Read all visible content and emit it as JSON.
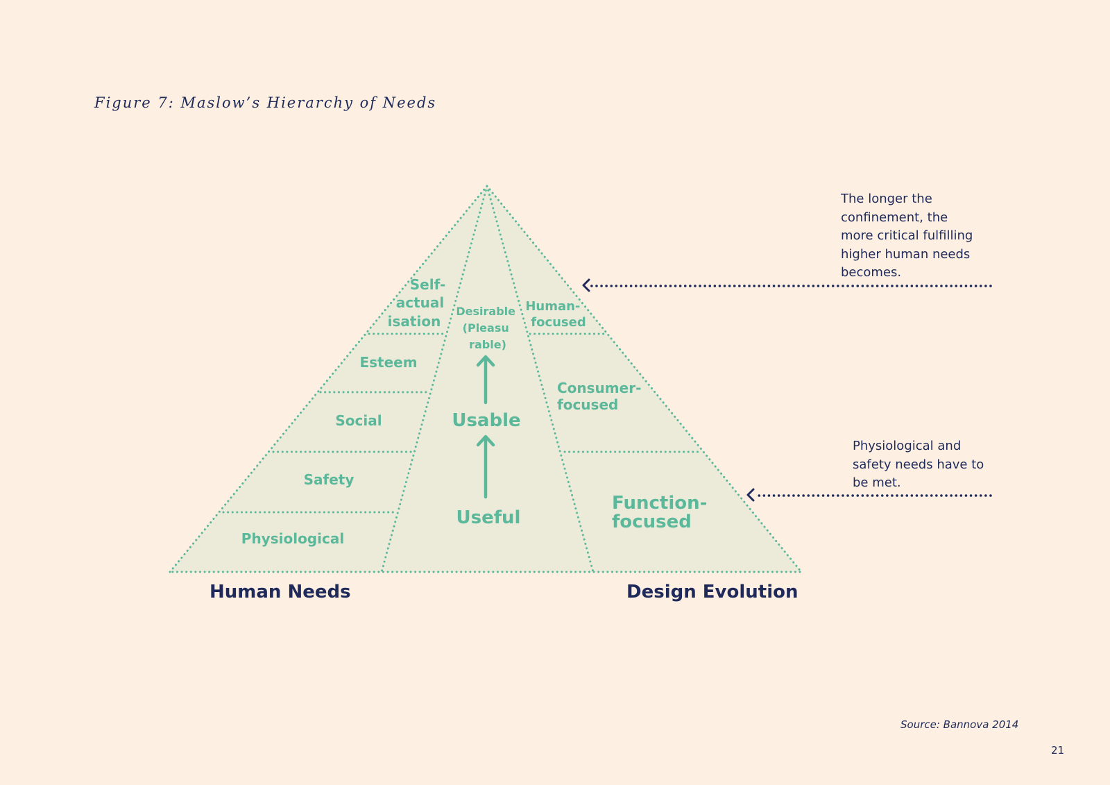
{
  "figure_caption": "Figure 7: Maslow’s Hierarchy of Needs",
  "human_needs": {
    "axis_label": "Human Needs",
    "levels": {
      "self_actualisation": [
        "Self-",
        "actual",
        "isation"
      ],
      "esteem": "Esteem",
      "social": "Social",
      "safety": "Safety",
      "physiological": "Physiological"
    }
  },
  "center": {
    "desirable": [
      "Desirable",
      "(Pleasu",
      "rable)"
    ],
    "usable": "Usable",
    "useful": "Useful"
  },
  "design_evolution": {
    "axis_label": "Design Evolution",
    "levels": {
      "human_focused": [
        "Human-",
        "focused"
      ],
      "consumer_focused": [
        "Consumer-",
        "focused"
      ],
      "function_focused": [
        "Function-",
        "focused"
      ]
    }
  },
  "annotations": {
    "top_note": "The longer the\nconfinement, the\nmore critical fulfilling\nhigher human needs\nbecomes.",
    "bottom_note": "Physiological and\nsafety needs have to\nbe met."
  },
  "source": "Source: Bannova 2014",
  "page_number": "21",
  "colors": {
    "background": "#fdf0e2",
    "pyramid_fill": "#ecebda",
    "accent_green": "#5cb89a",
    "navy": "#1f2a5a"
  }
}
